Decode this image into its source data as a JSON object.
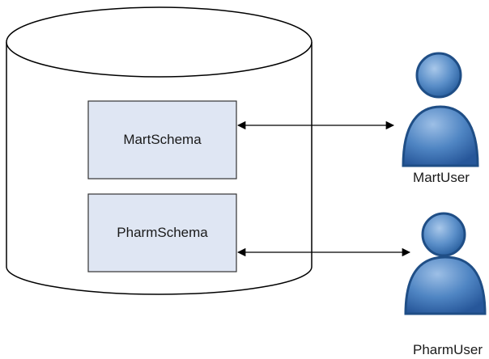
{
  "diagram": {
    "schemas": [
      {
        "label": "MartSchema"
      },
      {
        "label": "PharmSchema"
      }
    ],
    "users": [
      {
        "label": "MartUser",
        "icon": "user-icon"
      },
      {
        "label": "PharmUser",
        "icon": "user-icon"
      }
    ],
    "colors": {
      "schema_fill": "#dfe6f3",
      "schema_stroke": "#333333",
      "cylinder_stroke": "#000000",
      "user_fill": "#5b8fc9",
      "user_dark": "#1f4e86",
      "user_light": "#a9c8ea"
    }
  }
}
